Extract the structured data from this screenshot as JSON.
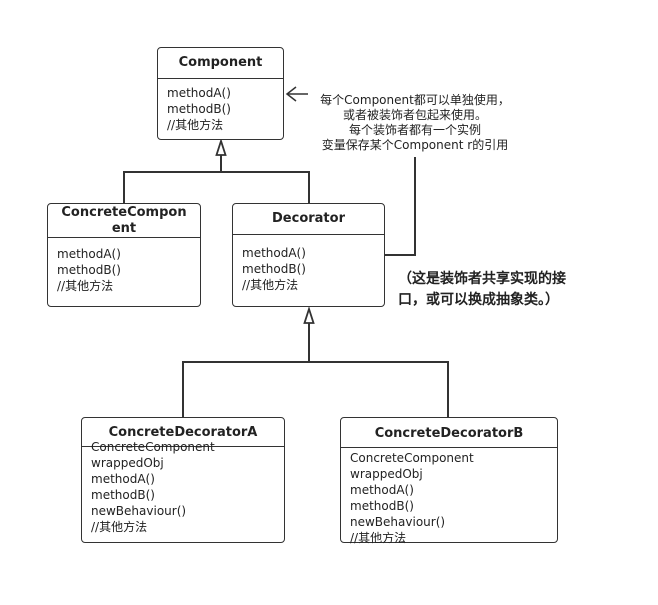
{
  "component": {
    "title": "Component",
    "members": [
      "methodA()",
      "methodB()",
      "//其他方法"
    ]
  },
  "concrete_component": {
    "title": "ConcreteComponent",
    "members": [
      "methodA()",
      "methodB()",
      "//其他方法"
    ]
  },
  "decorator": {
    "title": "Decorator",
    "members": [
      "methodA()",
      "methodB()",
      "//其他方法"
    ]
  },
  "concrete_decorator_a": {
    "title": "ConcreteDecoratorA",
    "members": [
      "ConcreteComponent",
      "wrappedObj",
      "methodA()",
      "methodB()",
      "newBehaviour()",
      "//其他方法"
    ]
  },
  "concrete_decorator_b": {
    "title": "ConcreteDecoratorB",
    "members": [
      "ConcreteComponent",
      "wrappedObj",
      "methodA()",
      "methodB()",
      "newBehaviour()",
      "//其他方法"
    ]
  },
  "annotation": {
    "lines": [
      "每个Component都可以单独使用，",
      "或者被装饰者包起来使用。",
      "每个装饰者都有一个实例",
      "变量保存某个Component r的引用"
    ]
  },
  "note": {
    "lines": [
      "（这是装饰者共享实现的接",
      "口，或可以换成抽象类。）"
    ]
  },
  "colors": {
    "stroke": "#333333",
    "text": "#222222",
    "background": "#ffffff"
  }
}
